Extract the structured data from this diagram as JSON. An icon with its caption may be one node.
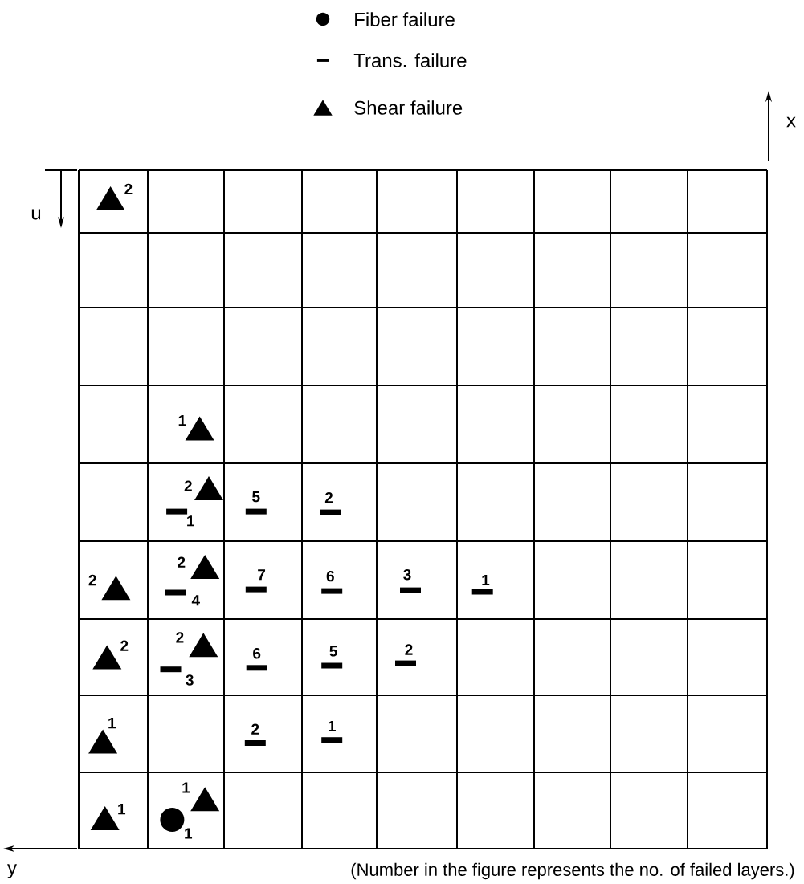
{
  "diagram": {
    "caption": "(Number in the figure represents the no. of failed layers.)",
    "labels": [
      "x",
      "u",
      "2",
      "1",
      "2",
      "1",
      "5",
      "2",
      "2",
      "2",
      "4",
      "7",
      "6",
      "3",
      "1",
      "2",
      "2",
      "3",
      "6",
      "5",
      "2",
      "1",
      "2",
      "1",
      "1",
      "1",
      "1",
      "y"
    ],
    "legend": [
      {
        "text": "Fiber failure"
      },
      {
        "text": "Trans. failure"
      },
      {
        "text": "Shear failure"
      }
    ]
  }
}
